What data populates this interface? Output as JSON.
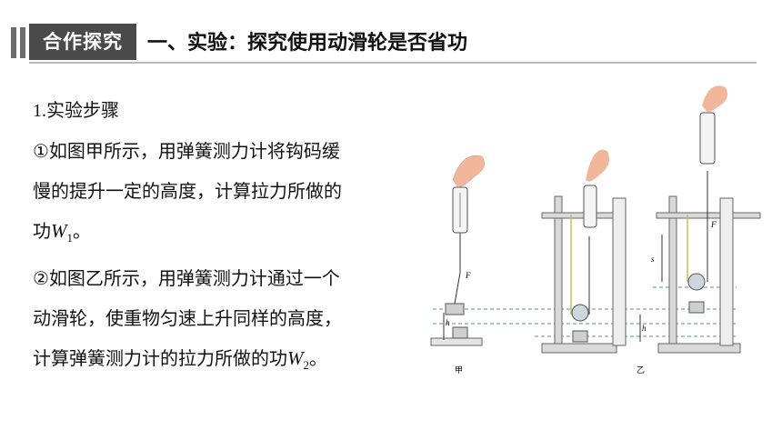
{
  "header": {
    "badge": "合作探究",
    "title": "一、实验：探究使用动滑轮是否省功"
  },
  "content": {
    "step_heading": "1.实验步骤",
    "step1_line1": "①如图甲所示，用弹簧测力计将钩码缓",
    "step1_line2": "慢的提升一定的高度，计算拉力所做的",
    "step1_prefix": "功",
    "step1_var": "W",
    "step1_sub": "1",
    "step1_suffix": "。",
    "step2_line1": "②如图乙所示，用弹簧测力计通过一个",
    "step2_line2": "动滑轮，使重物匀速上升同样的高度，",
    "step2_prefix": "计算弹簧测力计的拉力所做的功",
    "step2_var": "W",
    "step2_sub": "2",
    "step2_suffix": "。"
  },
  "figure": {
    "label_jia": "甲",
    "label_yi": "乙",
    "label_F": "F",
    "label_h": "h",
    "label_s": "s"
  }
}
